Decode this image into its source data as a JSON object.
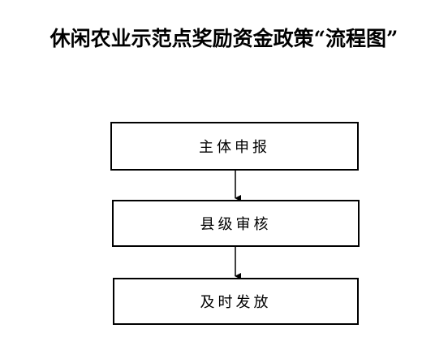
{
  "title": "休闲农业示范点奖励资金政策“流程图”",
  "steps": [
    {
      "label": "主体申报"
    },
    {
      "label": "县级审核"
    },
    {
      "label": "及时发放"
    }
  ],
  "colors": {
    "stroke": "#000000",
    "background": "#ffffff"
  }
}
